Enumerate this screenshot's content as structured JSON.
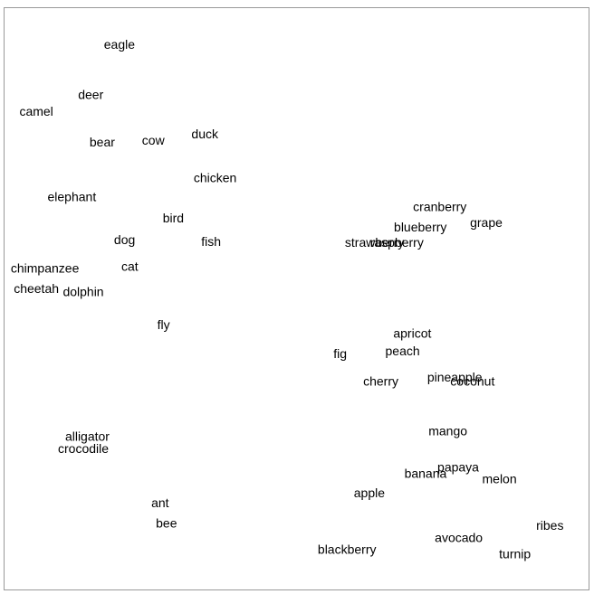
{
  "chart_data": {
    "type": "scatter",
    "title": "",
    "xlabel": "",
    "ylabel": "",
    "xlim": [
      0,
      100
    ],
    "ylim": [
      0,
      100
    ],
    "grid": false,
    "axes_visible": false,
    "text_color": "#000000",
    "frame_color": "#999999",
    "points": [
      {
        "label": "eagle",
        "x": 19.1,
        "y": 94.6
      },
      {
        "label": "deer",
        "x": 14.1,
        "y": 85.8
      },
      {
        "label": "camel",
        "x": 4.6,
        "y": 82.9
      },
      {
        "label": "bear",
        "x": 16.1,
        "y": 77.5
      },
      {
        "label": "cow",
        "x": 25.0,
        "y": 77.8
      },
      {
        "label": "duck",
        "x": 34.0,
        "y": 78.9
      },
      {
        "label": "chicken",
        "x": 35.8,
        "y": 71.2
      },
      {
        "label": "elephant",
        "x": 10.8,
        "y": 67.9
      },
      {
        "label": "bird",
        "x": 28.5,
        "y": 64.2
      },
      {
        "label": "dog",
        "x": 20.0,
        "y": 60.4
      },
      {
        "label": "fish",
        "x": 35.1,
        "y": 60.1
      },
      {
        "label": "chimpanzee",
        "x": 6.1,
        "y": 55.4
      },
      {
        "label": "cat",
        "x": 20.9,
        "y": 55.7
      },
      {
        "label": "cheetah",
        "x": 4.6,
        "y": 51.8
      },
      {
        "label": "dolphin",
        "x": 12.8,
        "y": 51.3
      },
      {
        "label": "fly",
        "x": 26.8,
        "y": 45.5
      },
      {
        "label": "alligator",
        "x": 13.5,
        "y": 25.9
      },
      {
        "label": "crocodile",
        "x": 12.8,
        "y": 23.8
      },
      {
        "label": "ant",
        "x": 26.2,
        "y": 14.3
      },
      {
        "label": "bee",
        "x": 27.3,
        "y": 10.7
      },
      {
        "label": "cranberry",
        "x": 75.0,
        "y": 66.2
      },
      {
        "label": "grape",
        "x": 83.1,
        "y": 63.4
      },
      {
        "label": "blueberry",
        "x": 71.6,
        "y": 62.6
      },
      {
        "label": "strawberry",
        "x": 63.6,
        "y": 59.9
      },
      {
        "label": "raspberry",
        "x": 67.5,
        "y": 59.9
      },
      {
        "label": "apricot",
        "x": 70.2,
        "y": 44.0
      },
      {
        "label": "peach",
        "x": 68.5,
        "y": 40.9
      },
      {
        "label": "fig",
        "x": 57.6,
        "y": 40.4
      },
      {
        "label": "cherry",
        "x": 64.7,
        "y": 35.6
      },
      {
        "label": "pineapple",
        "x": 77.6,
        "y": 36.3
      },
      {
        "label": "coconut",
        "x": 80.7,
        "y": 35.6
      },
      {
        "label": "mango",
        "x": 76.4,
        "y": 26.9
      },
      {
        "label": "papaya",
        "x": 78.2,
        "y": 20.5
      },
      {
        "label": "banana",
        "x": 72.5,
        "y": 19.4
      },
      {
        "label": "melon",
        "x": 85.4,
        "y": 18.5
      },
      {
        "label": "apple",
        "x": 62.7,
        "y": 16.0
      },
      {
        "label": "ribes",
        "x": 94.2,
        "y": 10.3
      },
      {
        "label": "avocado",
        "x": 78.3,
        "y": 8.2
      },
      {
        "label": "blackberry",
        "x": 58.8,
        "y": 6.1
      },
      {
        "label": "turnip",
        "x": 88.1,
        "y": 5.3
      }
    ]
  }
}
